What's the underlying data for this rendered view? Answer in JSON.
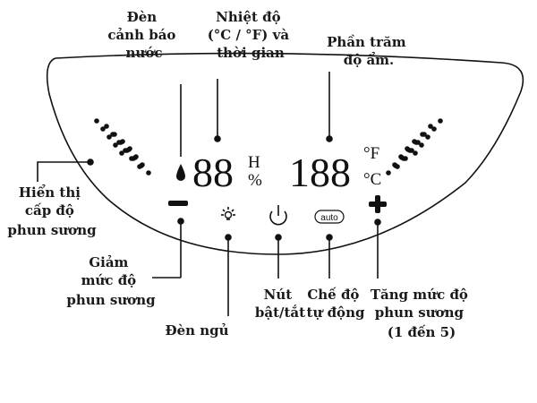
{
  "labels": {
    "water_warning": [
      "Đèn",
      "cảnh báo",
      "nước"
    ],
    "temp_time": [
      "Nhiệt độ",
      "(°C / °F) và",
      "thời gian"
    ],
    "humidity": [
      "Phần trăm",
      "độ ẩm."
    ],
    "mist_level": [
      "Hiển thị",
      "cấp độ",
      "phun sương"
    ],
    "mist_down": [
      "Giảm",
      "mức độ",
      "phun sương"
    ],
    "night_light": "Đèn ngủ",
    "power": [
      "Nút",
      "bật/tắt"
    ],
    "auto_mode": [
      "Chế độ",
      "tự động"
    ],
    "mist_up": [
      "Tăng mức độ",
      "phun sương",
      "(1 đến 5)"
    ]
  },
  "display": {
    "left_digits": "88",
    "h_letter": "H",
    "percent": "%",
    "right_digits": "188",
    "fahrenheit": "°F",
    "celsius": "°C",
    "auto_badge": "auto",
    "minus": "−",
    "plus": "+"
  },
  "colors": {
    "ink": "#111111",
    "label": "#1a1a1a",
    "background": "#ffffff"
  }
}
